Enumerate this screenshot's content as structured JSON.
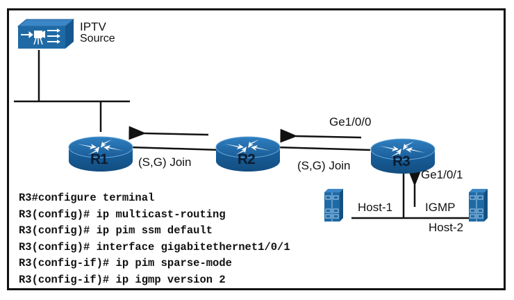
{
  "diagram": {
    "source": {
      "title_line1": "IPTV",
      "title_line2": "Source",
      "icon": "video-source-icon"
    },
    "routers": [
      {
        "id": "R1",
        "label": "R1",
        "icon": "router-icon"
      },
      {
        "id": "R2",
        "label": "R2",
        "icon": "router-icon"
      },
      {
        "id": "R3",
        "label": "R3",
        "icon": "router-icon"
      }
    ],
    "links": [
      {
        "from": "R2",
        "to": "R1",
        "label": "(S,G) Join"
      },
      {
        "from": "R3",
        "to": "R2",
        "label": "(S,G) Join"
      }
    ],
    "interfaces": {
      "r3_upstream": "Ge1/0/0",
      "r3_downstream": "Ge1/0/1"
    },
    "hosts": [
      {
        "id": "host-1",
        "label": "Host-1",
        "icon": "server-icon"
      },
      {
        "id": "host-2",
        "label": "Host-2",
        "icon": "server-icon"
      }
    ],
    "igmp_label": "IGMP",
    "colors": {
      "device_blue": "#1f6aa5",
      "device_dark": "#14507f",
      "line": "#111111"
    }
  },
  "cli": {
    "lines": [
      "R3#configure terminal",
      "R3(config)# ip multicast-routing",
      "R3(config)# ip pim ssm default",
      "R3(config)# interface gigabitethernet1/0/1",
      "R3(config-if)# ip pim sparse-mode",
      "R3(config-if)# ip igmp version 2"
    ]
  }
}
